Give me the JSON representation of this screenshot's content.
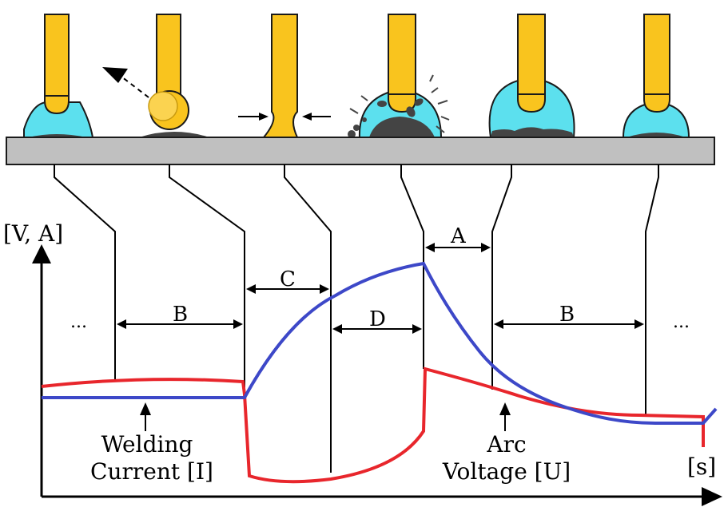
{
  "colors": {
    "electrode": "#F9C41E",
    "electrode_stroke": "#1a1a1a",
    "arc_plasma": "#5CE0EE",
    "weld_pool": "#444444",
    "plate": "#C0C0C0",
    "current_line": "#E8262C",
    "voltage_line": "#3D48C8",
    "text": "#000000"
  },
  "labels": {
    "y_axis": "[V, A]",
    "x_axis": "[s]",
    "ellipsis_left": "...",
    "ellipsis_right": "...",
    "phase_b_left": "B",
    "phase_c": "C",
    "phase_d": "D",
    "phase_a": "A",
    "phase_b_right": "B",
    "current_line1": "Welding",
    "current_line2": "Current [I]",
    "voltage_line1": "Arc",
    "voltage_line2": "Voltage [U]"
  },
  "icons": {
    "droplet_trajectory": "dashed-arrow-icon",
    "pinch_arrows": "pinch-arrow-icon",
    "spatter": "spatter-icon"
  }
}
